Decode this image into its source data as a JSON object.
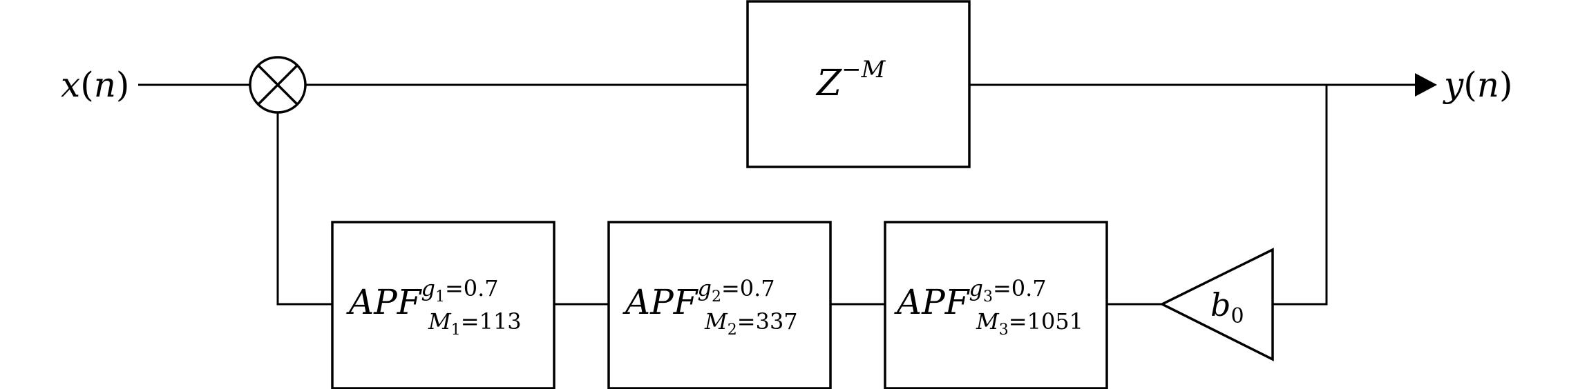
{
  "signals": {
    "input": {
      "name": "x",
      "arg": "n"
    },
    "output": {
      "name": "y",
      "arg": "n"
    }
  },
  "delay": {
    "base": "Z",
    "exp": "−M"
  },
  "apf_blocks": [
    {
      "label": "APF",
      "g_sym": "g",
      "g_idx": "1",
      "g_val": "=0.7",
      "m_sym": "M",
      "m_idx": "1",
      "m_val": "=113"
    },
    {
      "label": "APF",
      "g_sym": "g",
      "g_idx": "2",
      "g_val": "=0.7",
      "m_sym": "M",
      "m_idx": "2",
      "m_val": "=337"
    },
    {
      "label": "APF",
      "g_sym": "g",
      "g_idx": "3",
      "g_val": "=0.7",
      "m_sym": "M",
      "m_idx": "3",
      "m_val": "=1051"
    }
  ],
  "gain": {
    "sym": "b",
    "idx": "0"
  },
  "icons": [
    "multiplier-icon",
    "arrowhead-icon",
    "gain-triangle-icon"
  ]
}
